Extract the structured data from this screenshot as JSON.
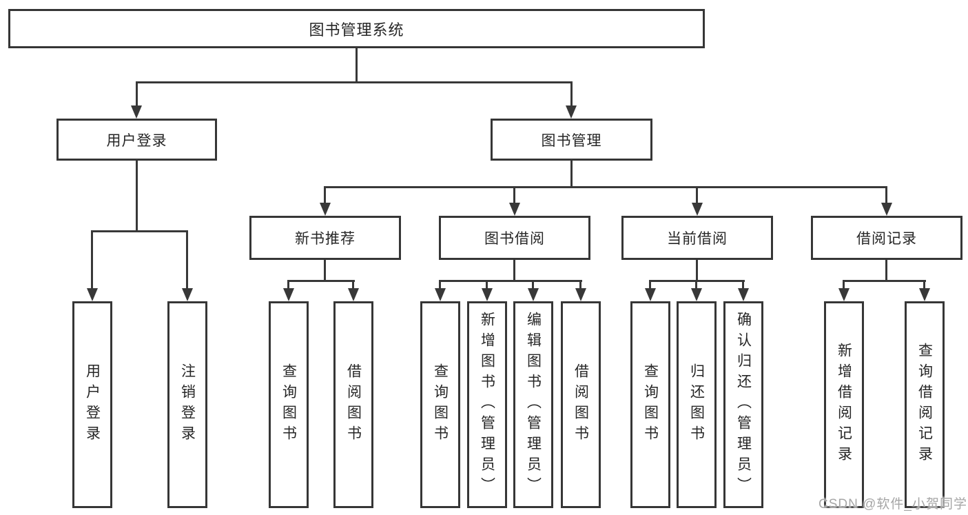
{
  "diagram_type": "hierarchy-tree",
  "tree": {
    "label": "图书管理系统",
    "children": [
      {
        "label": "用户登录",
        "children": [
          {
            "label": "用户登录"
          },
          {
            "label": "注销登录"
          }
        ]
      },
      {
        "label": "图书管理",
        "children": [
          {
            "label": "新书推荐",
            "children": [
              {
                "label": "查询图书"
              },
              {
                "label": "借阅图书"
              }
            ]
          },
          {
            "label": "图书借阅",
            "children": [
              {
                "label": "查询图书"
              },
              {
                "label": "新增图书（管理员）"
              },
              {
                "label": "编辑图书（管理员）"
              },
              {
                "label": "借阅图书"
              }
            ]
          },
          {
            "label": "当前借阅",
            "children": [
              {
                "label": "查询图书"
              },
              {
                "label": "归还图书"
              },
              {
                "label": "确认归还（管理员）"
              }
            ]
          },
          {
            "label": "借阅记录",
            "children": [
              {
                "label": "新增借阅记录"
              },
              {
                "label": "查询借阅记录"
              }
            ]
          }
        ]
      }
    ]
  },
  "watermark": "CSDN @软件_小贺同学",
  "colors": {
    "line": "#383838",
    "border": "#363636",
    "text": "#262626",
    "background": "#ffffff",
    "watermark": "#a6a6a6"
  }
}
